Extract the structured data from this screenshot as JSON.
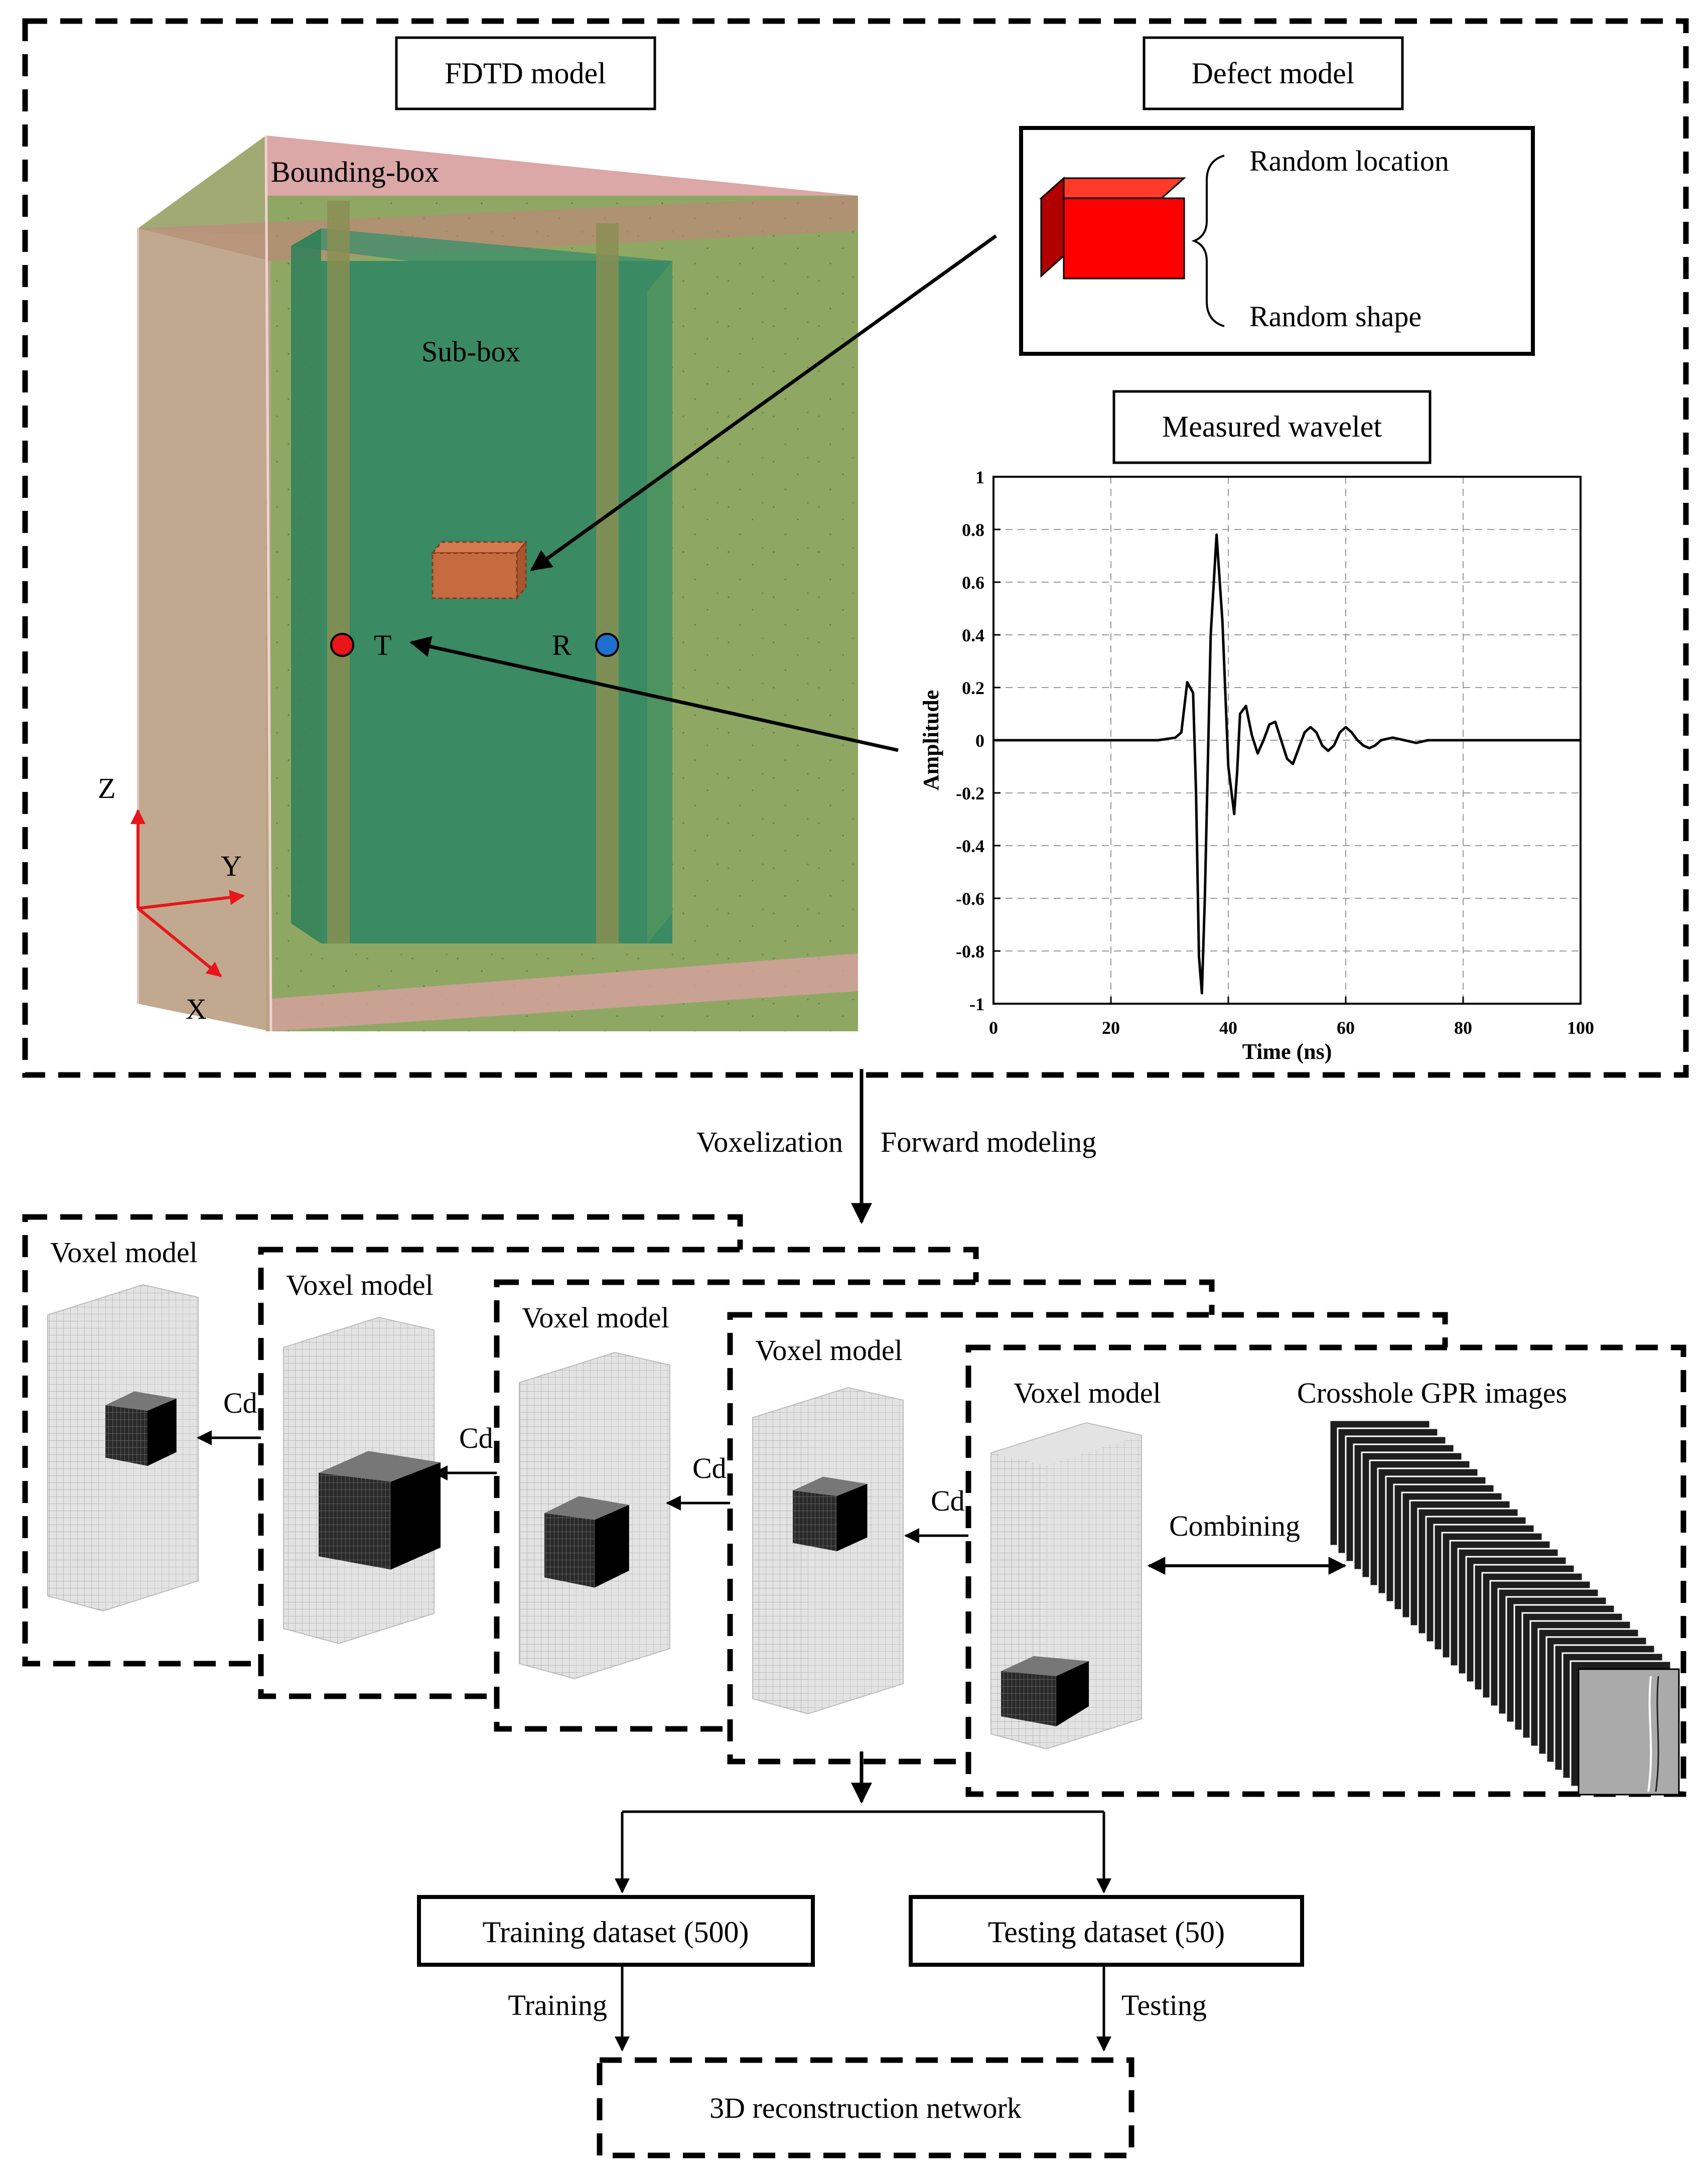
{
  "top_panel": {
    "fdtd_title": "FDTD model",
    "defect_title": "Defect model",
    "bounding_box_label": "Bounding-box",
    "sub_box_label": "Sub-box",
    "transmitter_label": "T",
    "receiver_label": "R",
    "axis_z": "Z",
    "axis_y": "Y",
    "axis_x": "X",
    "random_location": "Random location",
    "random_shape": "Random shape",
    "wavelet_title": "Measured wavelet"
  },
  "chart_data": {
    "type": "line",
    "xlabel": "Time (ns)",
    "ylabel": "Amplitude",
    "xlim": [
      0,
      100
    ],
    "ylim": [
      -1,
      1
    ],
    "xticks": [
      "0",
      "20",
      "40",
      "60",
      "80",
      "100"
    ],
    "yticks": [
      "-1",
      "-0.8",
      "-0.6",
      "-0.4",
      "-0.2",
      "0",
      "0.2",
      "0.4",
      "0.6",
      "0.8",
      "1"
    ],
    "grid": true,
    "series": [
      {
        "x": [
          0,
          10,
          20,
          28,
          31,
          32,
          33,
          34,
          34.5,
          35,
          35.5,
          36,
          37,
          38,
          39,
          40,
          41,
          41.5,
          42,
          43,
          44,
          45,
          46,
          47,
          48,
          49,
          50,
          51,
          52,
          53,
          54,
          55,
          56,
          57,
          58,
          59,
          60,
          61,
          62,
          63,
          64,
          65,
          66,
          68,
          70,
          72,
          74,
          76,
          80,
          90,
          100
        ],
        "y": [
          0,
          0,
          0,
          0,
          0.01,
          0.03,
          0.22,
          0.18,
          -0.2,
          -0.82,
          -0.96,
          -0.6,
          0.4,
          0.78,
          0.45,
          -0.1,
          -0.28,
          -0.12,
          0.1,
          0.13,
          0.02,
          -0.05,
          0.0,
          0.06,
          0.07,
          0.0,
          -0.07,
          -0.09,
          -0.03,
          0.03,
          0.05,
          0.03,
          -0.02,
          -0.04,
          -0.02,
          0.03,
          0.05,
          0.03,
          0.0,
          -0.02,
          -0.03,
          -0.02,
          0.0,
          0.01,
          0.0,
          -0.01,
          0.0,
          0.0,
          0.0,
          0.0,
          0.0
        ]
      }
    ]
  },
  "flow": {
    "voxelization": "Voxelization",
    "forward_modeling": "Forward modeling",
    "voxel_model_label": "Voxel model",
    "cd_label": "Cd",
    "crosshole_label": "Crosshole GPR images",
    "combining_label": "Combining",
    "training_dataset": "Training dataset (500)",
    "testing_dataset": "Testing dataset (50)",
    "training_label": "Training",
    "testing_label": "Testing",
    "network_label": "3D reconstruction network"
  }
}
